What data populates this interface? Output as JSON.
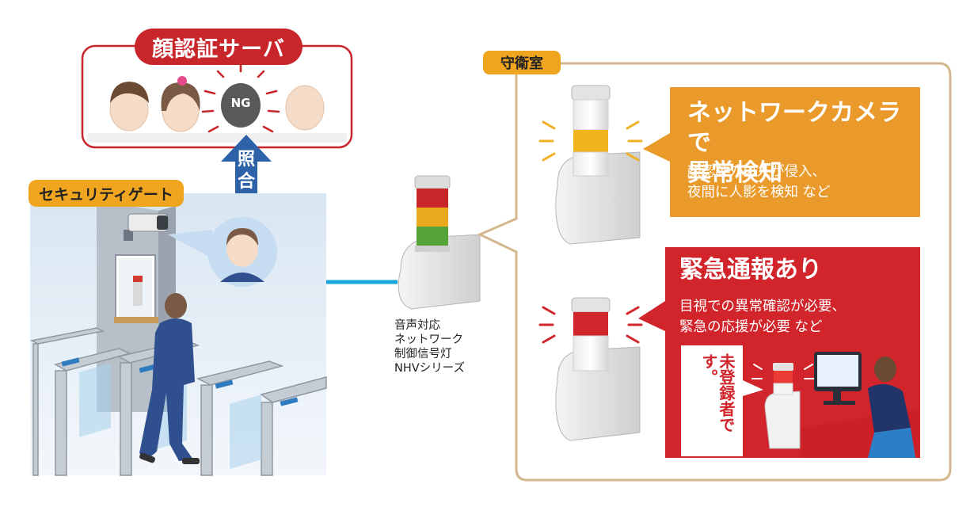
{
  "server": {
    "title": "顔認証サーバ",
    "ng": "NG"
  },
  "verify": {
    "label": "照合"
  },
  "gate": {
    "label": "セキュリティゲート"
  },
  "guard": {
    "label": "守衛室"
  },
  "product": {
    "lines": [
      "音声対応",
      "ネットワーク",
      "制御信号灯",
      "NHVシリーズ"
    ]
  },
  "scenario1": {
    "title_lines": [
      "ネットワークカメラで",
      "異常検知"
    ],
    "body_lines": [
      "顔認証外の人が侵入、",
      "夜間に人影を検知 など"
    ]
  },
  "scenario2": {
    "title": "緊急通報あり",
    "body_lines": [
      "目視での異常確認が必要、",
      "緊急の応援が必要 など"
    ],
    "bubble_lines": [
      "未登録者",
      "です。"
    ]
  },
  "colors": {
    "red": "#c8262b",
    "orange": "#e99a2a",
    "gold_label": "#efa51f",
    "blue": "#2d62a8",
    "cyan_line": "#1aa6db",
    "guard_border": "#d2b88c"
  }
}
